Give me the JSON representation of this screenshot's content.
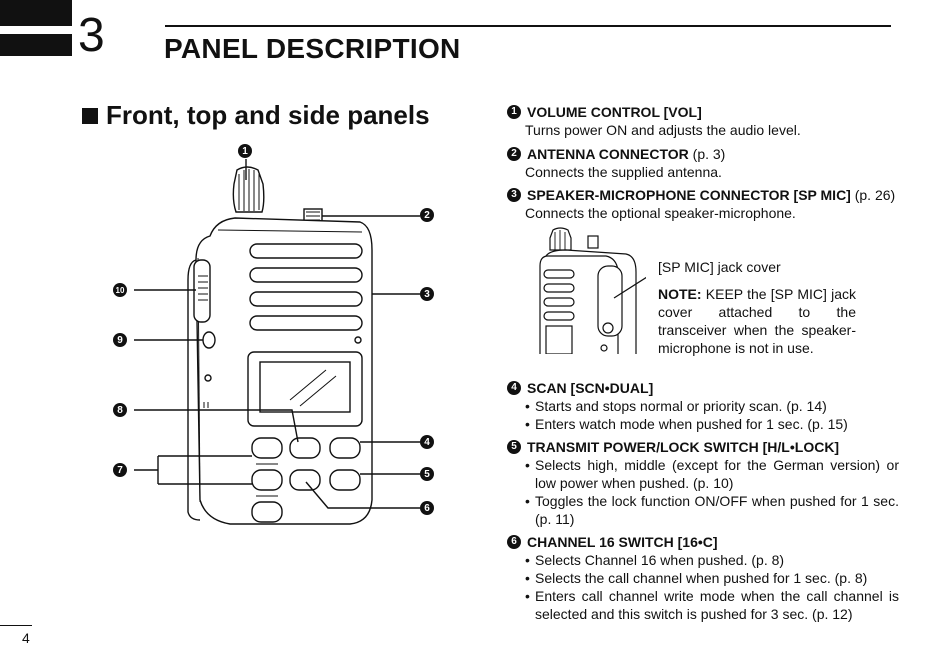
{
  "header": {
    "chapter_number": "3",
    "chapter_title": "PANEL DESCRIPTION"
  },
  "section": {
    "title": "Front, top and side panels"
  },
  "callouts": [
    "❶",
    "❷",
    "❸",
    "❹",
    "❺",
    "❻",
    "❼",
    "❽",
    "❾",
    "❿"
  ],
  "items": [
    {
      "num": "1",
      "title": "VOLUME CONTROL [VOL]",
      "ref": "",
      "desc": "Turns power ON and adjusts the audio level."
    },
    {
      "num": "2",
      "title": "ANTENNA CONNECTOR",
      "ref": " (p. 3)",
      "desc": "Connects the supplied antenna."
    },
    {
      "num": "3",
      "title": "SPEAKER-MICROPHONE CONNECTOR [SP MIC]",
      "ref": " (p. 26)",
      "desc": "Connects the optional speaker-microphone."
    }
  ],
  "inset": {
    "label": "[SP MIC] jack cover",
    "note_label": "NOTE:",
    "note_text": " KEEP the [SP MIC] jack cover attached to the transceiver when the speaker-microphone is not in use."
  },
  "items2": [
    {
      "num": "4",
      "title": "SCAN [SCN•DUAL]",
      "bullets": [
        "Starts and stops normal or priority scan. (p. 14)",
        "Enters watch mode when pushed for 1 sec. (p. 15)"
      ]
    },
    {
      "num": "5",
      "title": "TRANSMIT POWER/LOCK SWITCH [H/L•LOCK]",
      "bullets": [
        "Selects high, middle (except for the German version) or low power when pushed. (p. 10)",
        "Toggles the lock function ON/OFF when pushed for 1 sec. (p. 11)"
      ]
    },
    {
      "num": "6",
      "title": "CHANNEL 16 SWITCH [16•C]",
      "bullets": [
        "Selects Channel 16 when pushed. (p. 8)",
        "Selects the call channel when pushed for 1 sec. (p. 8)",
        "Enters call channel write mode when the call channel is selected and this switch is pushed for 3 sec. (p. 12)"
      ]
    }
  ],
  "footer": {
    "page_number": "4"
  }
}
